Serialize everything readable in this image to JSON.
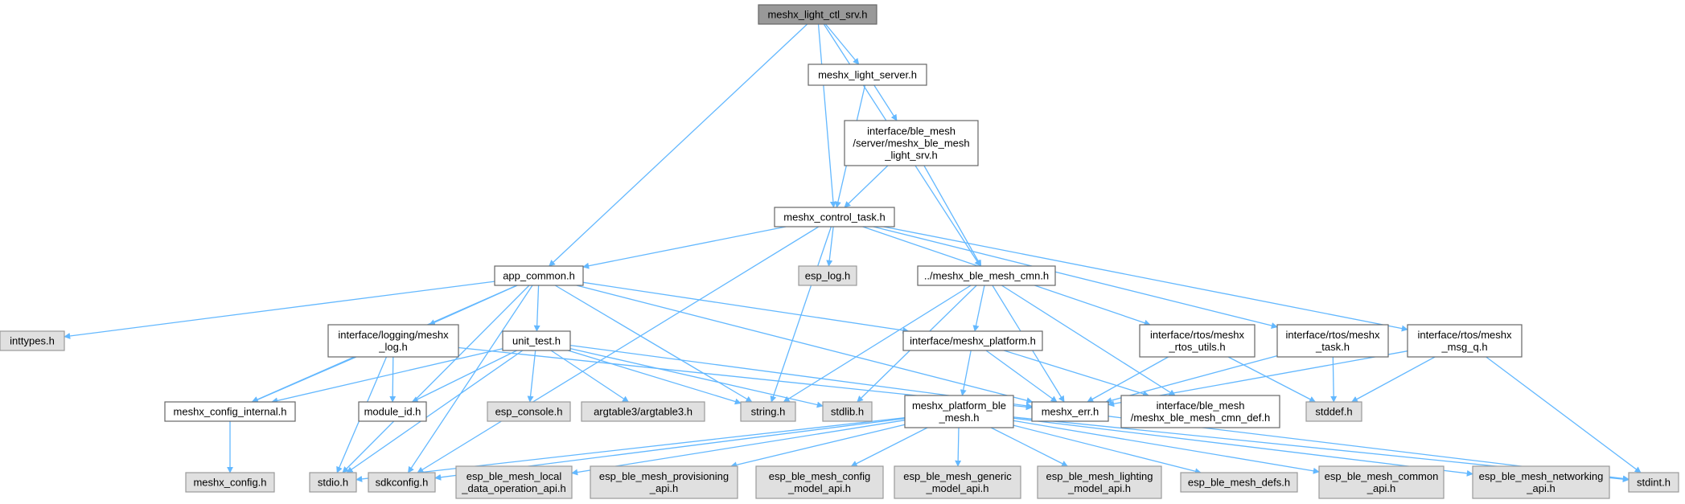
{
  "colors": {
    "edge": "#63b8ff",
    "root_fill": "#999999",
    "project_fill": "#ffffff",
    "external_fill": "#e0e0e0",
    "project_border": "#666666",
    "external_border": "#999999",
    "text": "#000000"
  },
  "nodes": [
    {
      "id": "meshx_light_ctl_srv_h",
      "lines": [
        "meshx_light_ctl_srv.h"
      ],
      "kind": "root"
    },
    {
      "id": "meshx_light_server_h",
      "lines": [
        "meshx_light_server.h"
      ],
      "kind": "project"
    },
    {
      "id": "ble_mesh_light_srv_h",
      "lines": [
        "interface/ble_mesh",
        "/server/meshx_ble_mesh",
        "_light_srv.h"
      ],
      "kind": "project"
    },
    {
      "id": "meshx_control_task_h",
      "lines": [
        "meshx_control_task.h"
      ],
      "kind": "project"
    },
    {
      "id": "app_common_h",
      "lines": [
        "app_common.h"
      ],
      "kind": "project"
    },
    {
      "id": "esp_log_h",
      "lines": [
        "esp_log.h"
      ],
      "kind": "external"
    },
    {
      "id": "meshx_ble_mesh_cmn_h",
      "lines": [
        "../meshx_ble_mesh_cmn.h"
      ],
      "kind": "project"
    },
    {
      "id": "inttypes_h",
      "lines": [
        "inttypes.h"
      ],
      "kind": "external"
    },
    {
      "id": "meshx_log_h",
      "lines": [
        "interface/logging/meshx",
        "_log.h"
      ],
      "kind": "project"
    },
    {
      "id": "unit_test_h",
      "lines": [
        "unit_test.h"
      ],
      "kind": "project"
    },
    {
      "id": "meshx_platform_h",
      "lines": [
        "interface/meshx_platform.h"
      ],
      "kind": "project"
    },
    {
      "id": "rtos_utils_h",
      "lines": [
        "interface/rtos/meshx",
        "_rtos_utils.h"
      ],
      "kind": "project"
    },
    {
      "id": "rtos_task_h",
      "lines": [
        "interface/rtos/meshx",
        "_task.h"
      ],
      "kind": "project"
    },
    {
      "id": "rtos_msg_q_h",
      "lines": [
        "interface/rtos/meshx",
        "_msg_q.h"
      ],
      "kind": "project"
    },
    {
      "id": "meshx_config_internal_h",
      "lines": [
        "meshx_config_internal.h"
      ],
      "kind": "project"
    },
    {
      "id": "module_id_h",
      "lines": [
        "module_id.h"
      ],
      "kind": "project"
    },
    {
      "id": "esp_console_h",
      "lines": [
        "esp_console.h"
      ],
      "kind": "external"
    },
    {
      "id": "argtable3_h",
      "lines": [
        "argtable3/argtable3.h"
      ],
      "kind": "external"
    },
    {
      "id": "string_h",
      "lines": [
        "string.h"
      ],
      "kind": "external"
    },
    {
      "id": "stdlib_h",
      "lines": [
        "stdlib.h"
      ],
      "kind": "external"
    },
    {
      "id": "meshx_err_h",
      "lines": [
        "meshx_err.h"
      ],
      "kind": "project"
    },
    {
      "id": "cmn_def_h",
      "lines": [
        "interface/ble_mesh",
        "/meshx_ble_mesh_cmn_def.h"
      ],
      "kind": "project"
    },
    {
      "id": "stddef_h",
      "lines": [
        "stddef.h"
      ],
      "kind": "external"
    },
    {
      "id": "platform_ble_mesh_h",
      "lines": [
        "meshx_platform_ble",
        "_mesh.h"
      ],
      "kind": "project"
    },
    {
      "id": "meshx_config_h",
      "lines": [
        "meshx_config.h"
      ],
      "kind": "external"
    },
    {
      "id": "stdio_h",
      "lines": [
        "stdio.h"
      ],
      "kind": "external"
    },
    {
      "id": "sdkconfig_h",
      "lines": [
        "sdkconfig.h"
      ],
      "kind": "external"
    },
    {
      "id": "local_data_op_h",
      "lines": [
        "esp_ble_mesh_local",
        "_data_operation_api.h"
      ],
      "kind": "external"
    },
    {
      "id": "provisioning_h",
      "lines": [
        "esp_ble_mesh_provisioning",
        "_api.h"
      ],
      "kind": "external"
    },
    {
      "id": "config_model_h",
      "lines": [
        "esp_ble_mesh_config",
        "_model_api.h"
      ],
      "kind": "external"
    },
    {
      "id": "generic_model_h",
      "lines": [
        "esp_ble_mesh_generic",
        "_model_api.h"
      ],
      "kind": "external"
    },
    {
      "id": "lighting_model_h",
      "lines": [
        "esp_ble_mesh_lighting",
        "_model_api.h"
      ],
      "kind": "external"
    },
    {
      "id": "defs_h",
      "lines": [
        "esp_ble_mesh_defs.h"
      ],
      "kind": "external"
    },
    {
      "id": "common_api_h",
      "lines": [
        "esp_ble_mesh_common",
        "_api.h"
      ],
      "kind": "external"
    },
    {
      "id": "networking_h",
      "lines": [
        "esp_ble_mesh_networking",
        "_api.h"
      ],
      "kind": "external"
    },
    {
      "id": "stdint_h",
      "lines": [
        "stdint.h"
      ],
      "kind": "external"
    }
  ],
  "edges": [
    [
      "meshx_light_ctl_srv_h",
      "meshx_light_server_h"
    ],
    [
      "meshx_light_ctl_srv_h",
      "meshx_control_task_h"
    ],
    [
      "meshx_light_ctl_srv_h",
      "app_common_h"
    ],
    [
      "meshx_light_ctl_srv_h",
      "meshx_ble_mesh_cmn_h"
    ],
    [
      "meshx_light_server_h",
      "ble_mesh_light_srv_h"
    ],
    [
      "meshx_light_server_h",
      "meshx_control_task_h"
    ],
    [
      "ble_mesh_light_srv_h",
      "meshx_control_task_h"
    ],
    [
      "ble_mesh_light_srv_h",
      "meshx_ble_mesh_cmn_h"
    ],
    [
      "meshx_control_task_h",
      "app_common_h"
    ],
    [
      "meshx_control_task_h",
      "esp_log_h"
    ],
    [
      "meshx_control_task_h",
      "string_h"
    ],
    [
      "meshx_control_task_h",
      "sdkconfig_h"
    ],
    [
      "meshx_control_task_h",
      "rtos_utils_h"
    ],
    [
      "meshx_control_task_h",
      "rtos_task_h"
    ],
    [
      "meshx_control_task_h",
      "rtos_msg_q_h"
    ],
    [
      "app_common_h",
      "inttypes_h"
    ],
    [
      "app_common_h",
      "meshx_log_h"
    ],
    [
      "app_common_h",
      "unit_test_h"
    ],
    [
      "app_common_h",
      "meshx_platform_h"
    ],
    [
      "app_common_h",
      "meshx_config_internal_h"
    ],
    [
      "app_common_h",
      "string_h"
    ],
    [
      "app_common_h",
      "meshx_err_h"
    ],
    [
      "app_common_h",
      "stdio_h"
    ],
    [
      "app_common_h",
      "sdkconfig_h"
    ],
    [
      "meshx_log_h",
      "meshx_config_internal_h"
    ],
    [
      "meshx_log_h",
      "module_id_h"
    ],
    [
      "meshx_log_h",
      "meshx_err_h"
    ],
    [
      "meshx_log_h",
      "stdio_h"
    ],
    [
      "unit_test_h",
      "meshx_config_internal_h"
    ],
    [
      "unit_test_h",
      "module_id_h"
    ],
    [
      "unit_test_h",
      "esp_console_h"
    ],
    [
      "unit_test_h",
      "argtable3_h"
    ],
    [
      "unit_test_h",
      "string_h"
    ],
    [
      "unit_test_h",
      "stdlib_h"
    ],
    [
      "unit_test_h",
      "meshx_err_h"
    ],
    [
      "unit_test_h",
      "stdio_h"
    ],
    [
      "meshx_ble_mesh_cmn_h",
      "meshx_platform_h"
    ],
    [
      "meshx_ble_mesh_cmn_h",
      "string_h"
    ],
    [
      "meshx_ble_mesh_cmn_h",
      "stdlib_h"
    ],
    [
      "meshx_ble_mesh_cmn_h",
      "meshx_err_h"
    ],
    [
      "meshx_ble_mesh_cmn_h",
      "cmn_def_h"
    ],
    [
      "meshx_platform_h",
      "platform_ble_mesh_h"
    ],
    [
      "meshx_platform_h",
      "meshx_err_h"
    ],
    [
      "meshx_platform_h",
      "cmn_def_h"
    ],
    [
      "rtos_utils_h",
      "meshx_err_h"
    ],
    [
      "rtos_utils_h",
      "stddef_h"
    ],
    [
      "rtos_task_h",
      "meshx_err_h"
    ],
    [
      "rtos_task_h",
      "stddef_h"
    ],
    [
      "rtos_msg_q_h",
      "meshx_err_h"
    ],
    [
      "rtos_msg_q_h",
      "stddef_h"
    ],
    [
      "rtos_msg_q_h",
      "stdint_h"
    ],
    [
      "meshx_config_internal_h",
      "meshx_config_h"
    ],
    [
      "meshx_err_h",
      "stdint_h"
    ],
    [
      "platform_ble_mesh_h",
      "stdio_h"
    ],
    [
      "platform_ble_mesh_h",
      "sdkconfig_h"
    ],
    [
      "platform_ble_mesh_h",
      "local_data_op_h"
    ],
    [
      "platform_ble_mesh_h",
      "provisioning_h"
    ],
    [
      "platform_ble_mesh_h",
      "config_model_h"
    ],
    [
      "platform_ble_mesh_h",
      "generic_model_h"
    ],
    [
      "platform_ble_mesh_h",
      "lighting_model_h"
    ],
    [
      "platform_ble_mesh_h",
      "defs_h"
    ],
    [
      "platform_ble_mesh_h",
      "common_api_h"
    ],
    [
      "platform_ble_mesh_h",
      "networking_h"
    ],
    [
      "platform_ble_mesh_h",
      "stdint_h"
    ]
  ]
}
